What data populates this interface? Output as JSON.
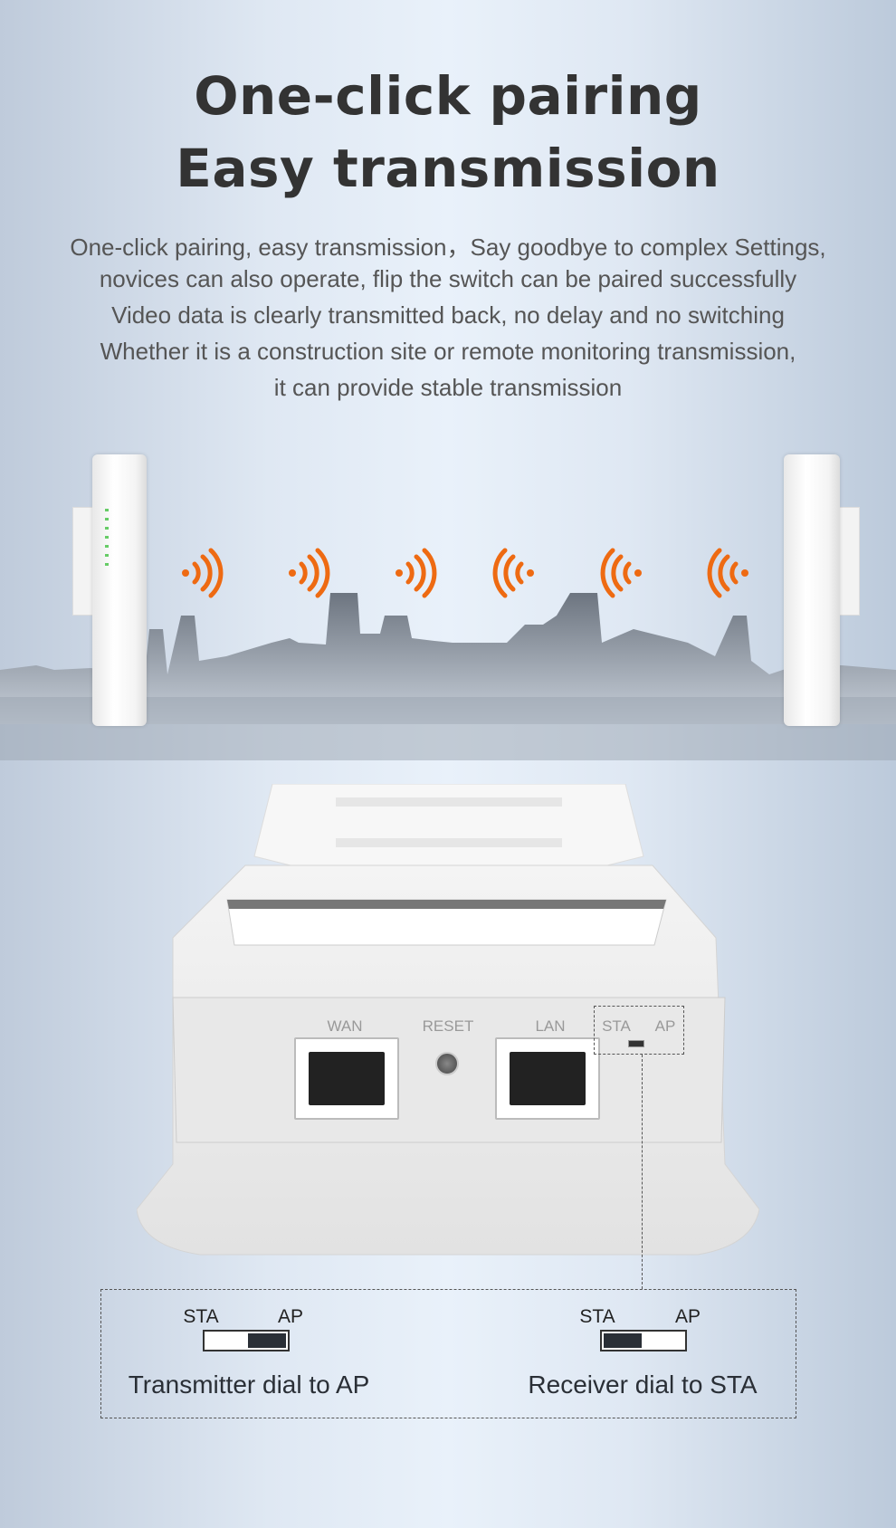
{
  "header": {
    "title_line1": "One-click pairing",
    "title_line2": "Easy transmission"
  },
  "description": [
    "One-click pairing, easy transmission，Say goodbye to complex Settings,",
    "novices can also operate, flip the switch can be paired successfully",
    "Video data is clearly transmitted back, no delay and no switching",
    "Whether it is a construction site or remote monitoring transmission,",
    "it can provide stable transmission"
  ],
  "icons": {
    "signal": "wifi-signal-icon",
    "accent_color": "#ee6a12"
  },
  "device_ports": {
    "wan": "WAN",
    "reset": "RESET",
    "lan": "LAN",
    "sta": "STA",
    "ap": "AP"
  },
  "dial": {
    "transmitter": {
      "sta": "STA",
      "ap": "AP",
      "position": "AP",
      "caption": "Transmitter dial to AP"
    },
    "receiver": {
      "sta": "STA",
      "ap": "AP",
      "position": "STA",
      "caption": "Receiver dial to STA"
    }
  }
}
